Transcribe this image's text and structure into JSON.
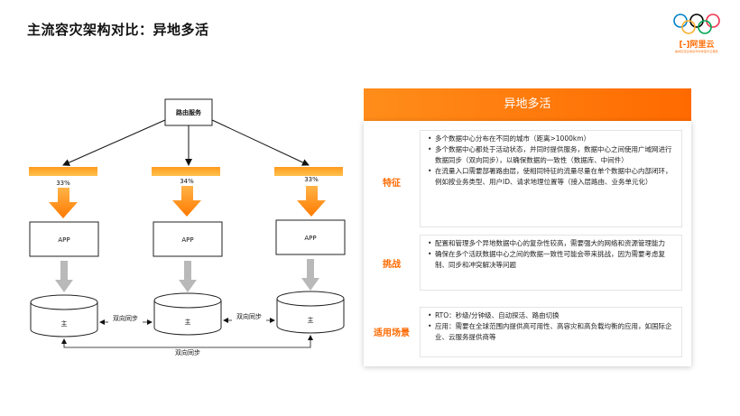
{
  "title": "主流容灾架构对比：异地多活",
  "logo": {
    "text": "阿里云",
    "subtext": "奥林匹克全球合作伙伴官方云服务"
  },
  "diagram": {
    "router": "路由服务",
    "nodes": [
      {
        "percent": "33%",
        "app": "APP",
        "db": "主"
      },
      {
        "percent": "34%",
        "app": "APP",
        "db": "主"
      },
      {
        "percent": "33%",
        "app": "APP",
        "db": "主"
      }
    ],
    "sync_12": "双向同步",
    "sync_23": "双向同步",
    "sync_13": "双向同步"
  },
  "panel": {
    "heading": "异地多活",
    "rows": [
      {
        "label": "特征",
        "items": [
          "多个数据中心分布在不同的城市（距离>1000km）",
          "多个数据中心都处于活动状态，并同时提供服务，数据中心之间使用广域网进行数据同步（双向同步），以确保数据的一致性（数据库、中间件）",
          "在流量入口需要部署路由层，使相同特征的流量尽量在单个数据中心内部闭环，例如按业务类型、用户ID、请求地理位置等（接入层路由、业务单元化）"
        ]
      },
      {
        "label": "挑战",
        "items": [
          "配置和管理多个异地数据中心的复杂性较高，需要强大的网络和资源管理能力",
          "确保在多个活跃数据中心之间的数据一致性可能会带来挑战，因为需要考虑复制、同步和冲突解决等问题"
        ]
      },
      {
        "label": "适用场景",
        "items": [
          "RTO：秒级/分钟级、自动探活、路由切换",
          "应用：需要在全球范围内提供高可用性、高容灾和高负载均衡的应用，如国际企业、云服务提供商等"
        ]
      }
    ]
  }
}
